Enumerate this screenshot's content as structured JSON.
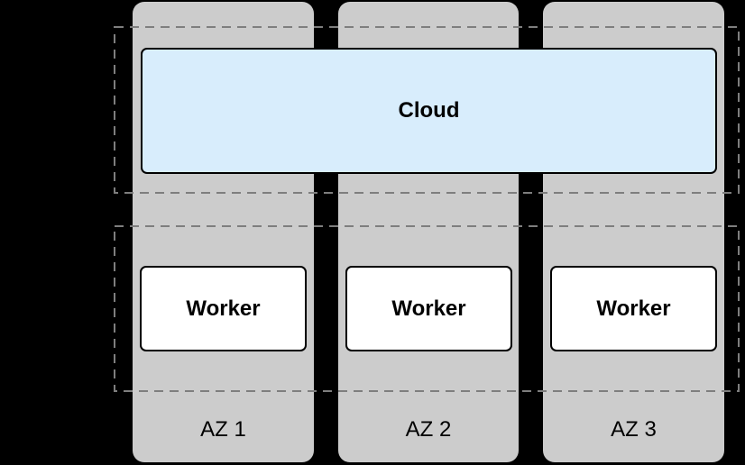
{
  "cloud": {
    "label": "Cloud"
  },
  "zones": [
    {
      "label": "AZ 1",
      "worker_label": "Worker"
    },
    {
      "label": "AZ 2",
      "worker_label": "Worker"
    },
    {
      "label": "AZ 3",
      "worker_label": "Worker"
    }
  ],
  "colors": {
    "background": "#000000",
    "zone-fill": "#cccccc",
    "cloud-fill": "#d8edfc",
    "worker-fill": "#ffffff",
    "box-border": "#000000",
    "dashed-outline": "#7e7e7e",
    "text": "#000000"
  }
}
